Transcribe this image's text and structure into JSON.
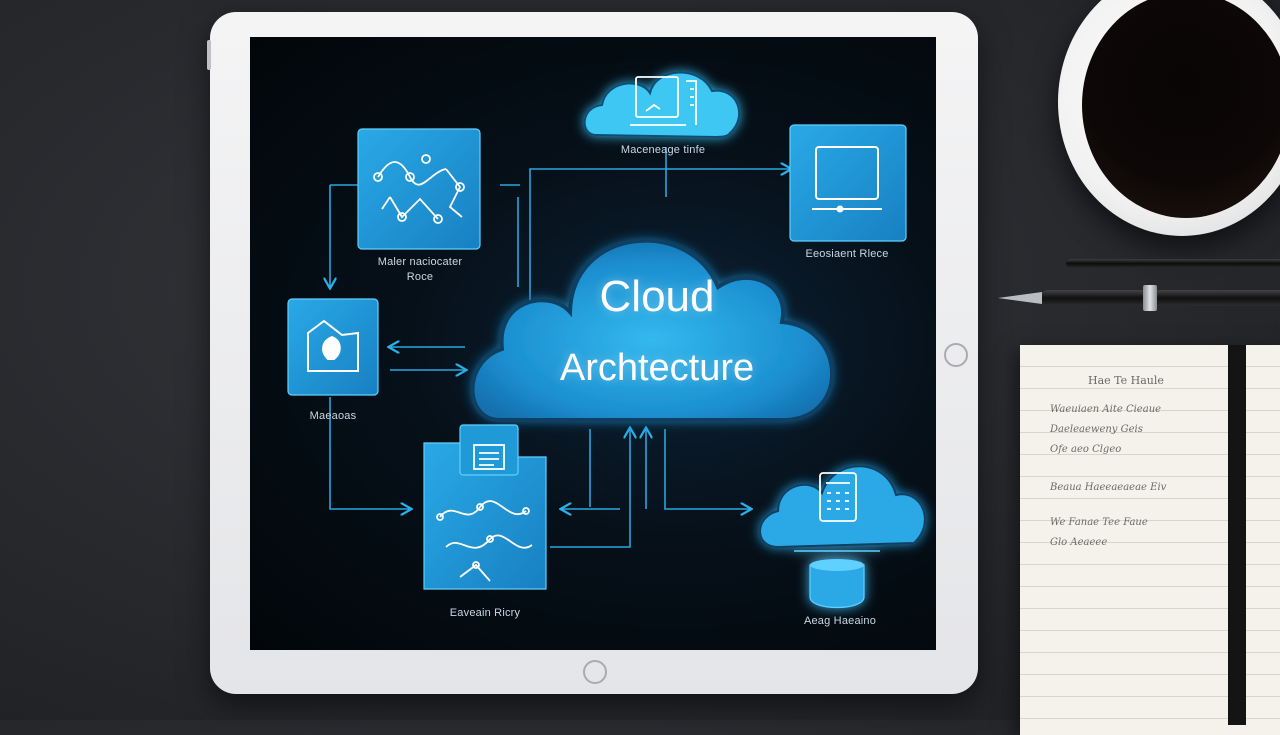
{
  "diagram": {
    "title_line1": "Cloud",
    "title_line2": "Archtecture",
    "nodes": [
      {
        "id": "top_cloud",
        "label": "Maceneage tinfe"
      },
      {
        "id": "top_right",
        "label": "Eeosiaent Rlece"
      },
      {
        "id": "top_left",
        "label": "Maler naciocater"
      },
      {
        "id": "top_left_sub",
        "label": "Roce"
      },
      {
        "id": "mid_left",
        "label": "Maeaoas"
      },
      {
        "id": "bottom_doc",
        "label": "Eaveain Ricry"
      },
      {
        "id": "bottom_right",
        "label": "Aeag Haeaino"
      }
    ]
  },
  "notebook": {
    "heading": "Hae Te Haule",
    "lines": [
      "Waeuiaen  Aite   Cieaue",
      "Daeleaeweny    Geis",
      "Ofe   aeo   Clgeo",
      "Beaua   Haeeaeaeae   Eiv",
      "We  Fanae   Tee   Faue",
      "Glo  Aeaeee"
    ]
  },
  "colors": {
    "accent": "#22a8e6",
    "node_fill": "#1c95cf",
    "screen_bg": "#040a10",
    "tablet_frame": "#eeeff1"
  }
}
